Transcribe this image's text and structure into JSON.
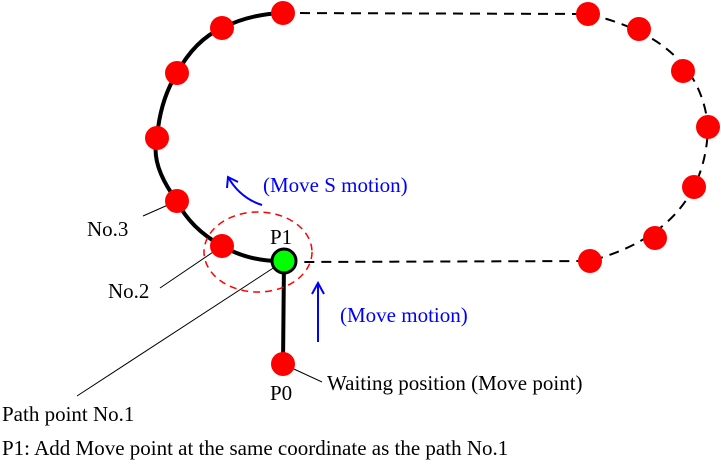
{
  "labels": {
    "p1": "P1",
    "p0": "P0",
    "no3": "No.3",
    "no2": "No.2",
    "move_s_motion": "(Move S motion)",
    "move_motion": "(Move motion)",
    "waiting_position": "Waiting position (Move point)",
    "path_point_no1": "Path point No.1",
    "caption": "P1: Add Move point at the same coordinate as the path No.1"
  },
  "colors": {
    "path_point": "#ff0000",
    "move_point": "#00ff00",
    "annotation": "#0000ff",
    "highlight": "#ff0000"
  }
}
